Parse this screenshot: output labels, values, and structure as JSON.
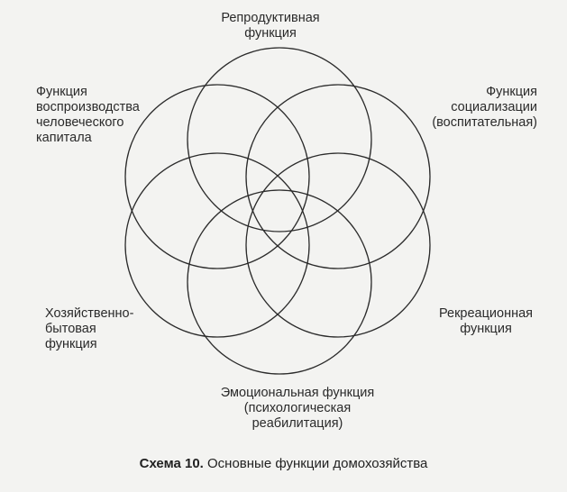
{
  "labels": {
    "reproductive": "Репродуктивная\nфункция",
    "human_capital": "Функция\nвоспроизводства\nчеловеческого\nкапитала",
    "socialization": "Функция\nсоциализации\n(воспитательная)",
    "household": "Хозяйственно-\nбытовая\nфункция",
    "recreational": "Рекреационная\nфункция",
    "emotional": "Эмоциональная функция\n(психологическая\nреабилитация)"
  },
  "caption": {
    "number": "Схема 10.",
    "text": "Основные функции домохозяйства"
  },
  "colors": {
    "ink": "#2a2a2a",
    "background": "#f3f3f1"
  }
}
